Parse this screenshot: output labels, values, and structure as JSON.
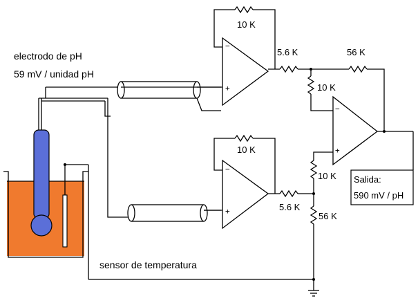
{
  "labels": {
    "electrode_line1": "electrodo de pH",
    "electrode_line2": "59 mV / unidad pH",
    "temp_sensor": "sensor de temperatura",
    "output_line1": "Salida:",
    "output_line2": "590 mV / pH"
  },
  "resistors": {
    "r_feedback_top": "10 K",
    "r_feedback_bottom": "10 K",
    "r_series_top": "5.6 K",
    "r_series_bottom": "5.6 K",
    "r_feedback_diff": "56 K",
    "r_inverting_diff": "10 K",
    "r_noninv_diff": "10 K",
    "r_ground_diff": "56 K"
  },
  "opamp_signs": {
    "minus": "−",
    "plus": "+"
  },
  "colors": {
    "liquid": "#f07a2e",
    "electrode": "#5b6fd8",
    "cable": "#000000"
  }
}
